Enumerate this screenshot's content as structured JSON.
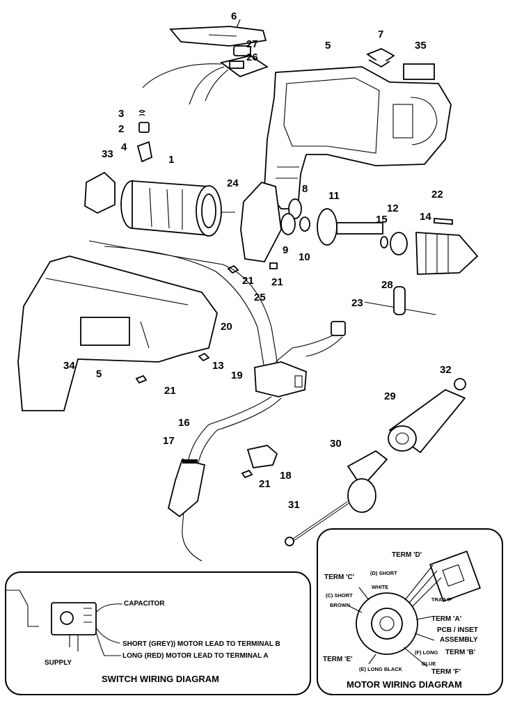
{
  "part_numbers": {
    "n6": "6",
    "n27": "27",
    "n26": "26",
    "n7": "7",
    "n5_top": "5",
    "n35": "35",
    "n3": "3",
    "n2": "2",
    "n4": "4",
    "n33": "33",
    "n1": "1",
    "n24": "24",
    "n8": "8",
    "n11": "11",
    "n22": "22",
    "n12": "12",
    "n15": "15",
    "n14": "14",
    "n9": "9",
    "n10": "10",
    "n21_a": "21",
    "n21_b": "21",
    "n28": "28",
    "n25": "25",
    "n23": "23",
    "n20": "20",
    "n13": "13",
    "n34": "34",
    "n5_bottom": "5",
    "n21_c": "21",
    "n19": "19",
    "n32": "32",
    "n29": "29",
    "n16": "16",
    "n17": "17",
    "n30": "30",
    "n18": "18",
    "n21_d": "21",
    "n31": "31"
  },
  "switch_diagram": {
    "title": "SWITCH WIRING DIAGRAM",
    "capacitor": "CAPACITOR",
    "short_lead": "SHORT (GREY)) MOTOR LEAD TO TERMINAL B",
    "long_lead": "LONG (RED) MOTOR LEAD TO TERMINAL A",
    "supply": "SUPPLY"
  },
  "motor_diagram": {
    "title": "MOTOR WIRING DIAGRAM",
    "term_d": "TERM 'D'",
    "d_short": "(D) SHORT",
    "term_c": "TERM 'C'",
    "white": "WHITE",
    "c_short": "(C) SHORT",
    "brown": "BROWN",
    "trap_p": "TRAP 'P'",
    "term_a": "TERM 'A'",
    "pcb_line1": "PCB / INSET",
    "pcb_line2": "ASSEMBLY",
    "f_long": "(F) LONG",
    "term_b": "TERM 'B'",
    "blue": "BLUE",
    "term_e": "TERM 'E'",
    "e_long_black": "(E) LONG BLACK",
    "term_f": "TERM 'F'"
  }
}
